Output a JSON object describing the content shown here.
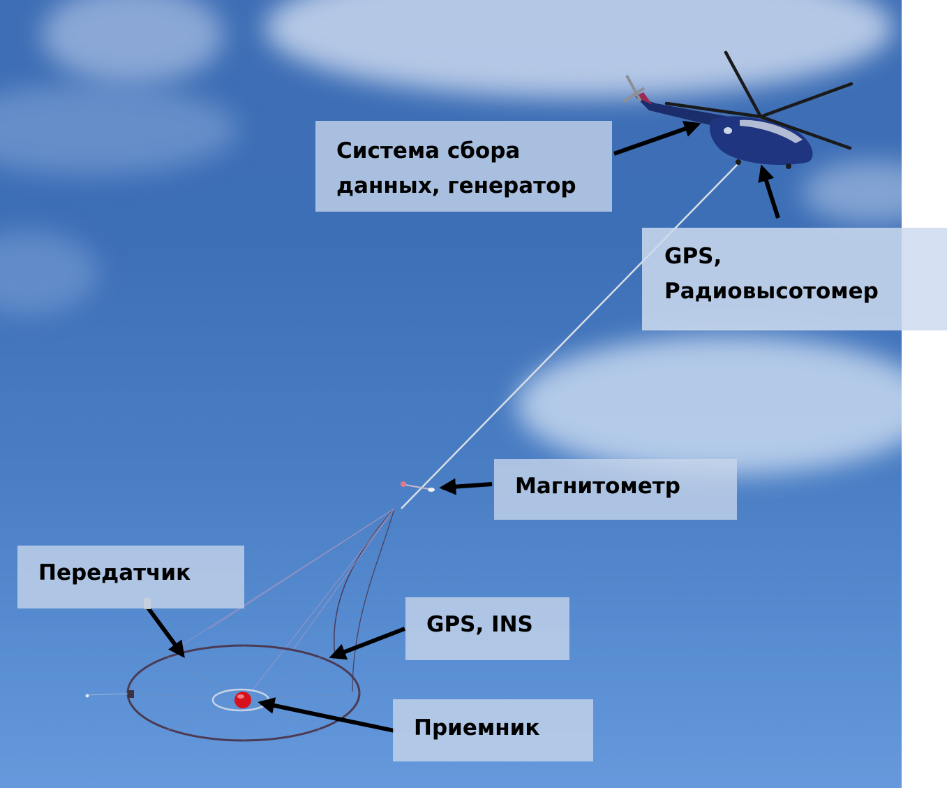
{
  "figure": {
    "type": "annotated-photo",
    "subject": "helicopter airborne electromagnetic survey system",
    "colors": {
      "sky_top": "#3e6eb5",
      "sky_bottom": "#6699dc",
      "label_bg": "#c8d6eb",
      "arrow": "#000000",
      "receiver_sphere": "#d8121b"
    }
  },
  "labels": {
    "data_system": {
      "line1": "Система сбора",
      "line2": "данных, генератор"
    },
    "gps_altimeter": {
      "line1": "GPS,",
      "line2": "Радиовысотомер"
    },
    "magnetometer": {
      "line1": "Магнитометр"
    },
    "transmitter": {
      "line1": "Передатчик"
    },
    "gps_ins": {
      "line1": "GPS, INS"
    },
    "receiver": {
      "line1": "Приемник"
    }
  }
}
